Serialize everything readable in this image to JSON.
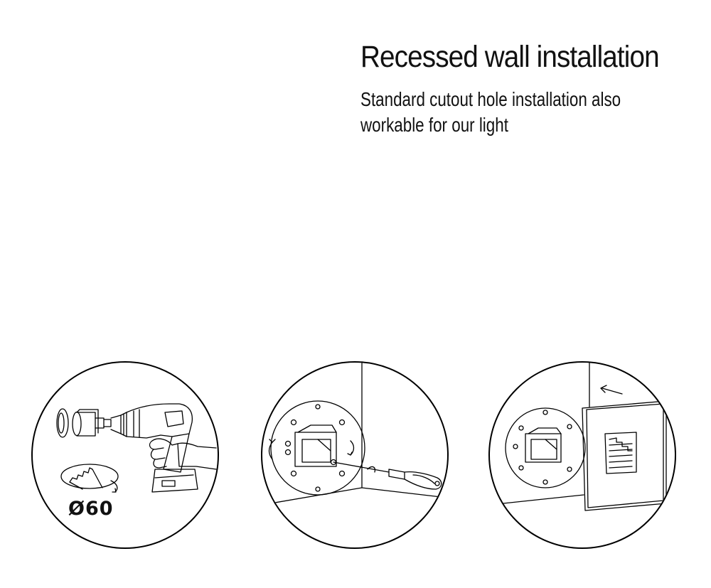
{
  "header": {
    "title": "Recessed wall installation",
    "subtitle": "Standard cutout hole installation also workable for our light"
  },
  "steps": [
    {
      "diameter_label": "Ø60",
      "icons": [
        "hole-saw-icon",
        "drill-icon",
        "hand-icon",
        "saw-blade-icon"
      ]
    },
    {
      "icons": [
        "mounting-plate-icon",
        "screwdriver-icon",
        "rotate-arrow-icon"
      ]
    },
    {
      "icons": [
        "mounting-plate-icon",
        "cover-plate-icon",
        "push-arrow-icon"
      ]
    }
  ]
}
